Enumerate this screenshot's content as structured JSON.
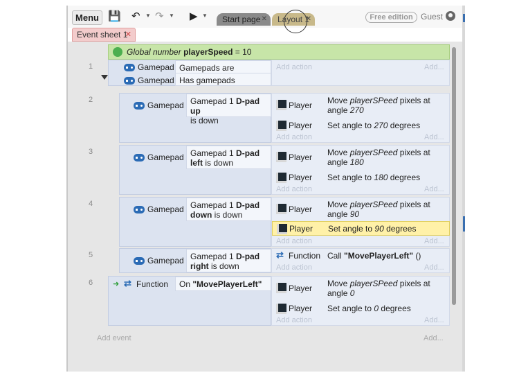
{
  "toolbar": {
    "menu_label": "Menu",
    "tabs": [
      {
        "label": "Start page"
      },
      {
        "label": "Layout 1"
      }
    ],
    "free_badge": "Free edition",
    "guest_label": "Guest"
  },
  "sheet_tab": {
    "label": "Event sheet 1"
  },
  "global_var": {
    "prefix": "Global number",
    "name": "playerSpeed",
    "suffix": "= 10"
  },
  "events": [
    {
      "num": "1",
      "object": "Gamepad",
      "conditions": [
        "Gamepads are supported",
        "Has gamepads"
      ],
      "add_action": "Add action",
      "add_dots": "Add..."
    },
    {
      "num": "2",
      "object": "Gamepad",
      "cond_a": "Gamepad 1 ",
      "cond_b": "D-pad up",
      "cond_c": "is down",
      "actions": [
        {
          "object": "Player",
          "text_a": "Move ",
          "text_b": "playerSPeed",
          "text_c": " pixels at",
          "text_d": "angle ",
          "text_e": "270"
        },
        {
          "object": "Player",
          "text_a": "Set angle to ",
          "text_b": "270",
          "text_c": " degrees"
        }
      ],
      "add_action": "Add action",
      "add_dots": "Add..."
    },
    {
      "num": "3",
      "object": "Gamepad",
      "cond_a": "Gamepad 1 ",
      "cond_b": "D-pad",
      "cond_b2": "left",
      "cond_c": "is down",
      "actions": [
        {
          "object": "Player",
          "text_a": "Move ",
          "text_b": "playerSPeed",
          "text_c": " pixels at",
          "text_d": "angle ",
          "text_e": "180"
        },
        {
          "object": "Player",
          "text_a": "Set angle to ",
          "text_b": "180",
          "text_c": " degrees"
        }
      ],
      "add_action": "Add action",
      "add_dots": "Add..."
    },
    {
      "num": "4",
      "object": "Gamepad",
      "cond_a": "Gamepad 1 ",
      "cond_b": "D-pad",
      "cond_b2": "down",
      "cond_c": "is down",
      "actions": [
        {
          "object": "Player",
          "text_a": "Move ",
          "text_b": "playerSPeed",
          "text_c": " pixels at",
          "text_d": "angle ",
          "text_e": "90"
        },
        {
          "object": "Player",
          "text_a": "Set angle to ",
          "text_b": "90",
          "text_c": " degrees"
        }
      ],
      "add_action": "Add action",
      "add_dots": "Add..."
    },
    {
      "num": "5",
      "object": "Gamepad",
      "cond_a": "Gamepad 1 ",
      "cond_b": "D-pad",
      "cond_b2": "right",
      "cond_c": "is down",
      "actions": [
        {
          "object": "Function",
          "text_a": "Call ",
          "text_b": "\"MovePlayerLeft\"",
          "text_c": " ()"
        }
      ],
      "add_action": "Add action",
      "add_dots": "Add..."
    },
    {
      "num": "6",
      "object": "Function",
      "cond_a": "On ",
      "cond_b": "\"MovePlayerLeft\"",
      "actions": [
        {
          "object": "Player",
          "text_a": "Move ",
          "text_b": "playerSPeed",
          "text_c": " pixels at",
          "text_d": "angle ",
          "text_e": "0"
        },
        {
          "object": "Player",
          "text_a": "Set angle to ",
          "text_b": "0",
          "text_c": " degrees"
        }
      ],
      "add_action": "Add action",
      "add_dots": "Add..."
    }
  ],
  "add_event": "Add event",
  "add_event_dots": "Add...",
  "colors": {
    "global_bar": "#c7e5a8",
    "highlight": "#fff1a8",
    "gamepad_icon": "#2b6bb5",
    "sheet_tab": "#f3cccc"
  }
}
